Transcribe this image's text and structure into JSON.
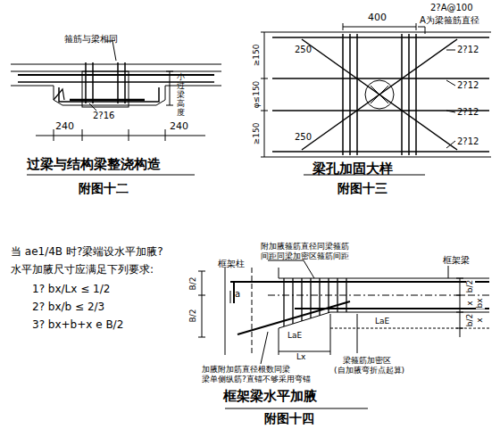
{
  "diagram": {
    "labels": [
      "箍筋与梁相同",
      "小过梁高度",
      "2?16",
      "240",
      "240",
      "过梁与结构梁整浇构造",
      "附图十二",
      "400",
      "2?A@100",
      "A为梁箍筋直径",
      "250",
      "2?12",
      "2?12",
      "2?12",
      "250",
      "2?12",
      "≥150",
      "φ≤150",
      "≥150",
      "梁孔加固大样",
      "附图十三",
      "当 ae1/4B 时?梁端设水平加腋?",
      "水平加腋尺寸应满足下列要求:",
      "1? bx/Lx ≤ 1/2",
      "2? bx/b ≤ 2/3",
      "3? bx+b+x e B/2",
      "框架柱",
      "附加腋箍筋直径同梁箍筋",
      "间距同梁加密区箍筋间距",
      "框架梁",
      "B/2",
      "B/2",
      "a",
      "b/2",
      "x",
      "bx",
      "b/2",
      "x",
      "LaE",
      "Lx",
      "LaE",
      "加腋附加筋直径根数同梁",
      "梁单侧纵筋?直锚不够采用弯锚",
      "梁箍筋加密区",
      "(自加腋弯折点起算)",
      "框架梁水平加腋",
      "附图十四"
    ]
  }
}
